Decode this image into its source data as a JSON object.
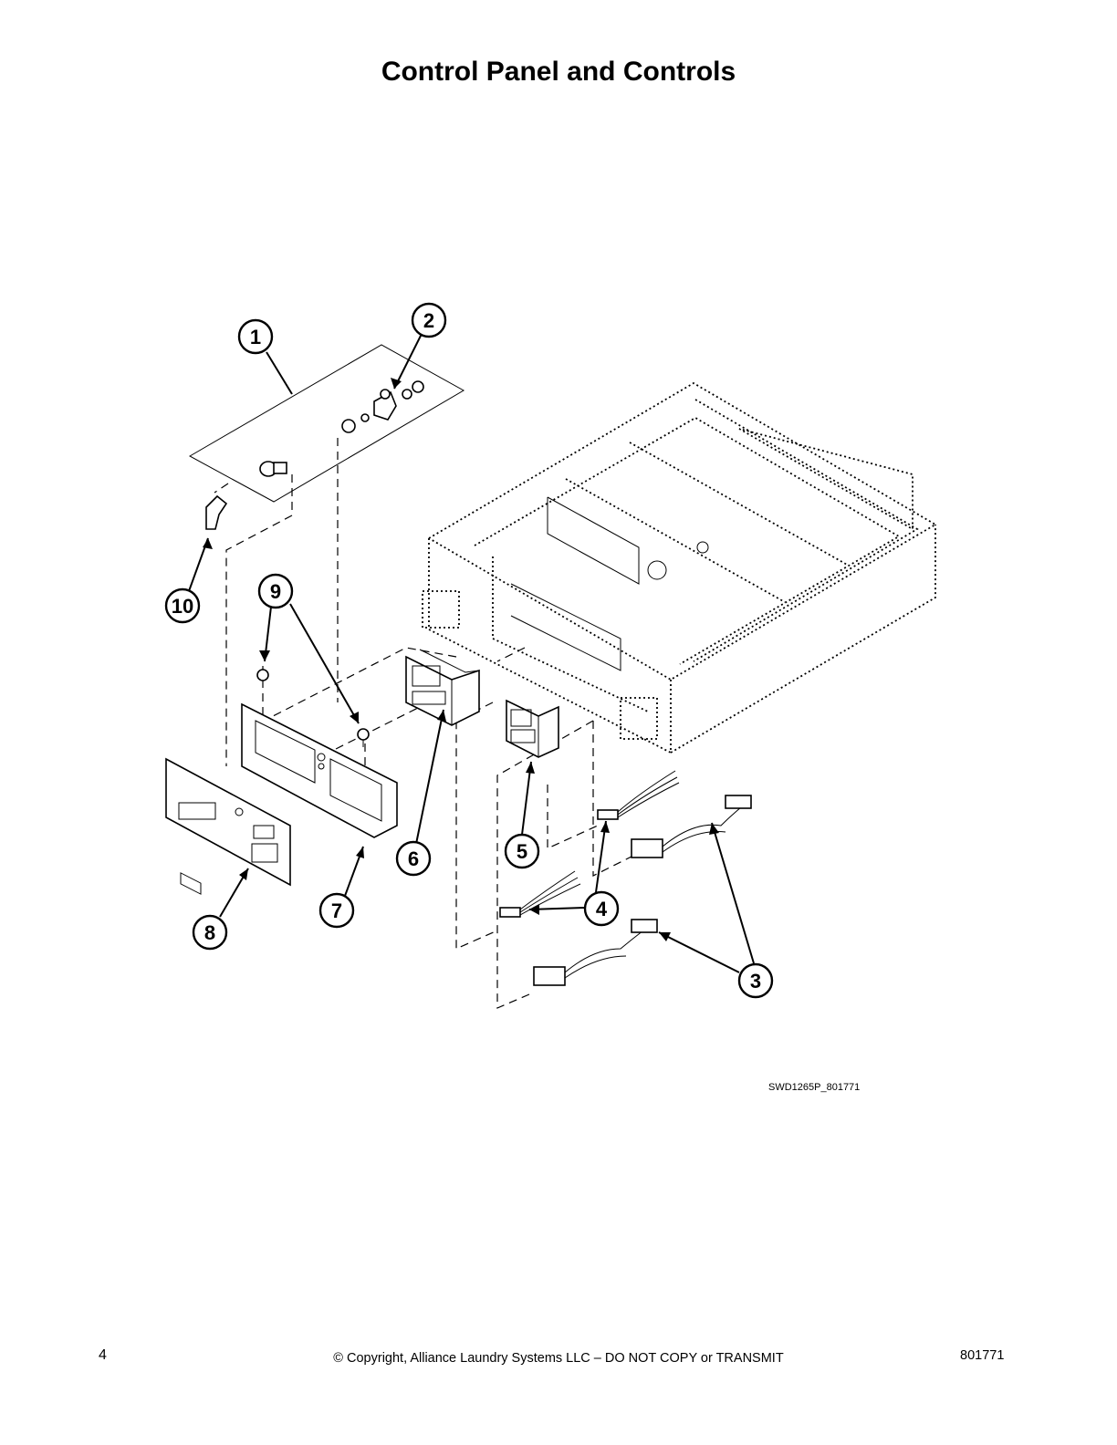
{
  "page": {
    "title": "Control Panel and Controls",
    "figure_id": "SWD1265P_801771",
    "page_number": "4",
    "copyright": "© Copyright, Alliance Laundry Systems LLC – DO NOT COPY or TRANSMIT",
    "doc_number": "801771"
  },
  "callouts": [
    "1",
    "2",
    "3",
    "4",
    "5",
    "6",
    "7",
    "8",
    "9",
    "10"
  ]
}
